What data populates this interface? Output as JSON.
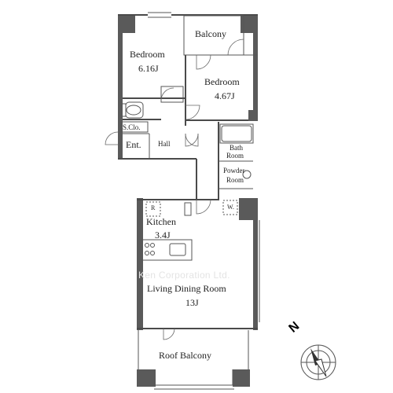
{
  "rooms": {
    "balcony_top": "Balcony",
    "bedroom1_name": "Bedroom",
    "bedroom1_size": "6.16J",
    "bedroom2_name": "Bedroom",
    "bedroom2_size": "4.67J",
    "sclo": "S.Clo.",
    "ent": "Ent.",
    "hall": "Hall",
    "bath_line1": "Bath",
    "bath_line2": "Room",
    "powder_line1": "Powder",
    "powder_line2": "Room",
    "w": "W.",
    "r": "R",
    "kitchen_name": "Kitchen",
    "kitchen_size": "3.4J",
    "ldr_name": "Living Dining Room",
    "ldr_size": "13J",
    "roof_balcony": "Roof Balcony"
  },
  "watermark": "Ken Corporation Ltd.",
  "compass": {
    "north_label": "N",
    "icon": "compass-rose-icon"
  },
  "colors": {
    "wall": "#5a5a5a",
    "line": "#555555",
    "watermark": "#e4e4e4"
  }
}
